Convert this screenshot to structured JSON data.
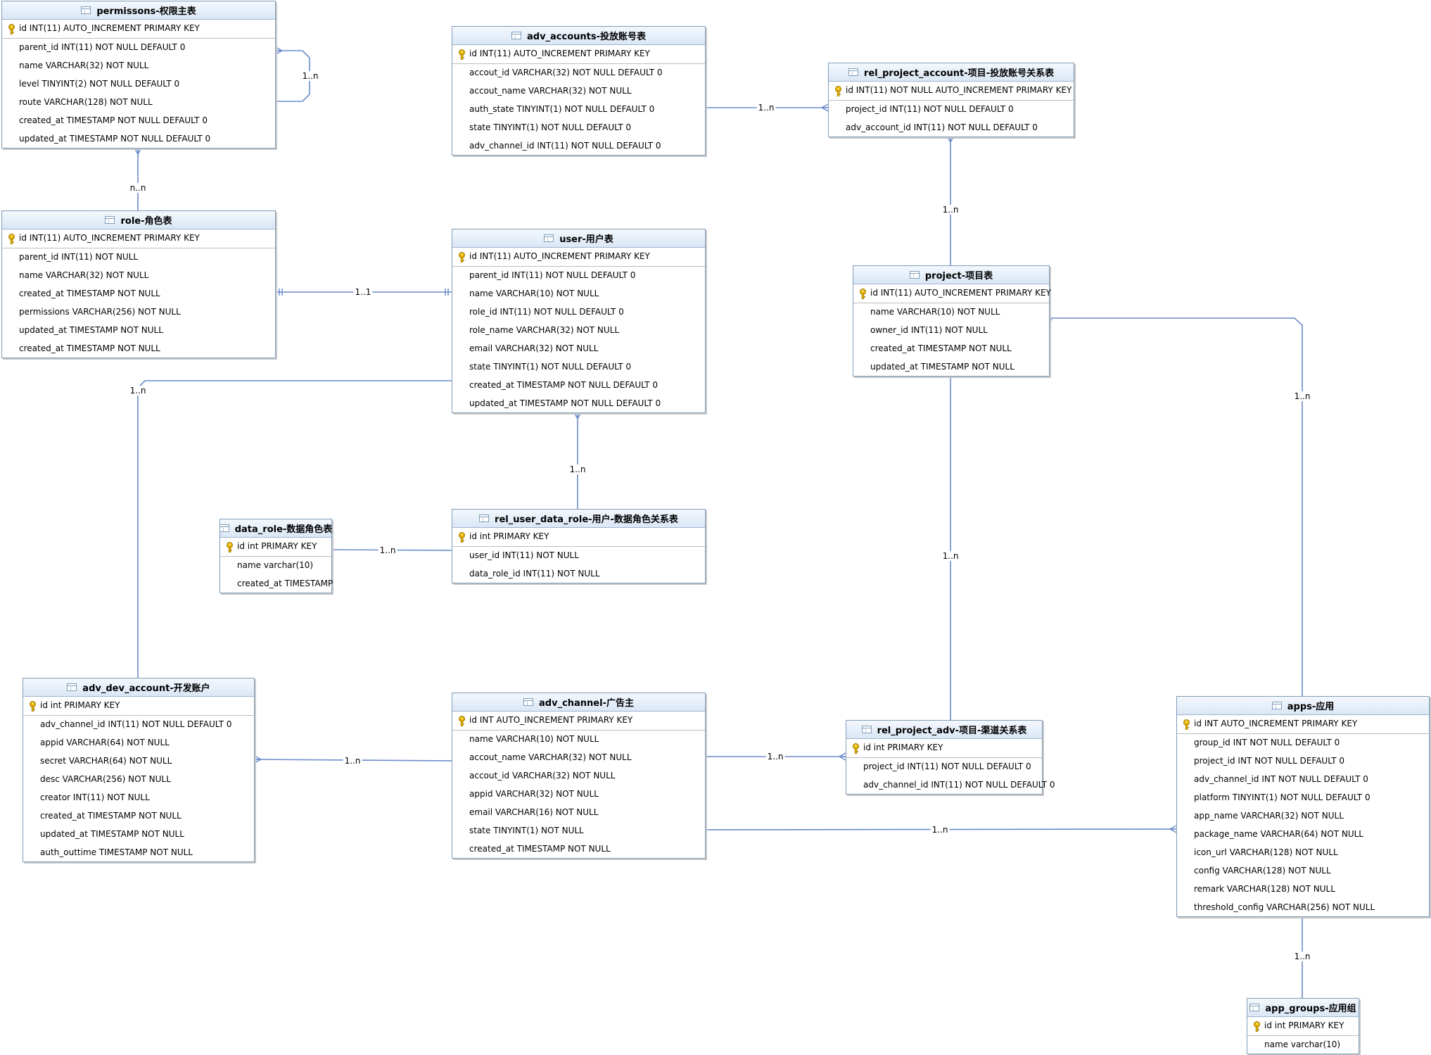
{
  "colors": {
    "line": "#6a8ccc",
    "header_top": "#f4f8fd",
    "header_bottom": "#dbe7f6",
    "key": "#e8b400"
  },
  "entities": [
    {
      "id": "permissions",
      "title": "permissons-权限主表",
      "columns": [
        "id INT(11) AUTO_INCREMENT PRIMARY KEY",
        "parent_id INT(11) NOT NULL DEFAULT 0",
        "name VARCHAR(32) NOT NULL",
        "level TINYINT(2) NOT NULL DEFAULT 0",
        "route VARCHAR(128) NOT NULL",
        "created_at TIMESTAMP NOT NULL DEFAULT 0",
        "updated_at TIMESTAMP NOT NULL DEFAULT 0"
      ]
    },
    {
      "id": "role",
      "title": "role-角色表",
      "columns": [
        "id INT(11) AUTO_INCREMENT PRIMARY KEY",
        "parent_id INT(11) NOT NULL",
        "name VARCHAR(32) NOT NULL",
        "created_at TIMESTAMP NOT NULL",
        "permissions VARCHAR(256) NOT NULL",
        "updated_at TIMESTAMP NOT NULL",
        "created_at TIMESTAMP NOT NULL"
      ]
    },
    {
      "id": "adv_accounts",
      "title": "adv_accounts-投放账号表",
      "columns": [
        "id INT(11) AUTO_INCREMENT PRIMARY KEY",
        "accout_id VARCHAR(32) NOT NULL DEFAULT 0",
        "accout_name VARCHAR(32) NOT NULL",
        "auth_state TINYINT(1) NOT NULL DEFAULT 0",
        "state TINYINT(1) NOT NULL DEFAULT 0",
        "adv_channel_id INT(11) NOT NULL DEFAULT 0"
      ]
    },
    {
      "id": "user",
      "title": "user-用户表",
      "columns": [
        "id INT(11) AUTO_INCREMENT PRIMARY KEY",
        "parent_id INT(11) NOT NULL DEFAULT 0",
        "name VARCHAR(10) NOT NULL",
        "role_id INT(11) NOT NULL DEFAULT 0",
        "role_name VARCHAR(32) NOT NULL",
        "email VARCHAR(32) NOT NULL",
        "state TINYINT(1) NOT NULL DEFAULT 0",
        "created_at TIMESTAMP NOT NULL DEFAULT 0",
        "updated_at TIMESTAMP NOT NULL DEFAULT 0"
      ]
    },
    {
      "id": "rel_project_account",
      "title": "rel_project_account-项目-投放账号关系表",
      "columns": [
        "id INT(11) NOT NULL AUTO_INCREMENT PRIMARY KEY",
        "project_id INT(11) NOT NULL DEFAULT 0",
        "adv_account_id INT(11) NOT NULL DEFAULT 0"
      ]
    },
    {
      "id": "project",
      "title": "project-项目表",
      "columns": [
        "id INT(11) AUTO_INCREMENT PRIMARY KEY",
        "name VARCHAR(10) NOT NULL",
        "owner_id INT(11) NOT NULL",
        "created_at TIMESTAMP NOT NULL",
        "updated_at TIMESTAMP NOT NULL"
      ]
    },
    {
      "id": "data_role",
      "title": "data_role-数据角色表",
      "columns": [
        "id int PRIMARY KEY",
        "name varchar(10)",
        "created_at TIMESTAMP"
      ]
    },
    {
      "id": "rel_user_data_role",
      "title": "rel_user_data_role-用户-数据角色关系表",
      "columns": [
        "id int PRIMARY KEY",
        "user_id INT(11) NOT NULL",
        "data_role_id INT(11) NOT NULL"
      ]
    },
    {
      "id": "adv_dev_account",
      "title": "adv_dev_account-开发账户",
      "columns": [
        "id int PRIMARY KEY",
        "adv_channel_id INT(11) NOT NULL DEFAULT 0",
        "appid VARCHAR(64) NOT NULL",
        "secret VARCHAR(64) NOT NULL",
        "desc VARCHAR(256) NOT NULL",
        "creator INT(11) NOT NULL",
        "created_at TIMESTAMP NOT NULL",
        "updated_at TIMESTAMP NOT NULL",
        "auth_outtime TIMESTAMP NOT NULL"
      ]
    },
    {
      "id": "adv_channel",
      "title": "adv_channel-广告主",
      "columns": [
        "id INT AUTO_INCREMENT PRIMARY KEY",
        "name VARCHAR(10) NOT NULL",
        "accout_name VARCHAR(32) NOT NULL",
        "accout_id VARCHAR(32) NOT NULL",
        "appid VARCHAR(32) NOT NULL",
        "email VARCHAR(16) NOT NULL",
        "state TINYINT(1) NOT NULL",
        "created_at TIMESTAMP NOT NULL"
      ]
    },
    {
      "id": "rel_project_adv",
      "title": "rel_project_adv-项目-渠道关系表",
      "columns": [
        "id int PRIMARY KEY",
        "project_id INT(11) NOT NULL DEFAULT 0",
        "adv_channel_id INT(11) NOT NULL DEFAULT 0"
      ]
    },
    {
      "id": "apps",
      "title": "apps-应用",
      "columns": [
        "id INT AUTO_INCREMENT PRIMARY KEY",
        "group_id INT NOT NULL DEFAULT 0",
        "project_id INT NOT NULL DEFAULT 0",
        "adv_channel_id INT NOT NULL DEFAULT 0",
        "platform TINYINT(1) NOT NULL DEFAULT 0",
        "app_name VARCHAR(32) NOT NULL",
        "package_name VARCHAR(64) NOT NULL",
        "icon_url VARCHAR(128) NOT NULL",
        "config VARCHAR(128) NOT NULL",
        "remark VARCHAR(128) NOT NULL",
        "threshold_config VARCHAR(256) NOT NULL"
      ]
    },
    {
      "id": "app_groups",
      "title": "app_groups-应用组",
      "columns": [
        "id int PRIMARY KEY",
        "name varchar(10)"
      ]
    }
  ],
  "relations": [
    {
      "id": "permissions-self",
      "label": "1..n"
    },
    {
      "id": "permissions-role",
      "label": "n..n"
    },
    {
      "id": "role-user",
      "label": "1..1"
    },
    {
      "id": "user-adv-dev-account",
      "label": "1..n"
    },
    {
      "id": "adv-accounts-rel-project-account",
      "label": "1..n"
    },
    {
      "id": "project-rel-project-account",
      "label": "1..n"
    },
    {
      "id": "project-apps",
      "label": "1..n"
    },
    {
      "id": "project-rel-project-adv",
      "label": "1..n"
    },
    {
      "id": "rel-user-data-role-user",
      "label": "1..n"
    },
    {
      "id": "rel-user-data-role-data-role",
      "label": "1..n"
    },
    {
      "id": "adv-channel-adv-dev-account",
      "label": "1..n"
    },
    {
      "id": "adv-channel-rel-project-adv",
      "label": "1..n"
    },
    {
      "id": "adv-channel-apps",
      "label": "1..n"
    },
    {
      "id": "app-groups-apps",
      "label": "1..n"
    }
  ]
}
